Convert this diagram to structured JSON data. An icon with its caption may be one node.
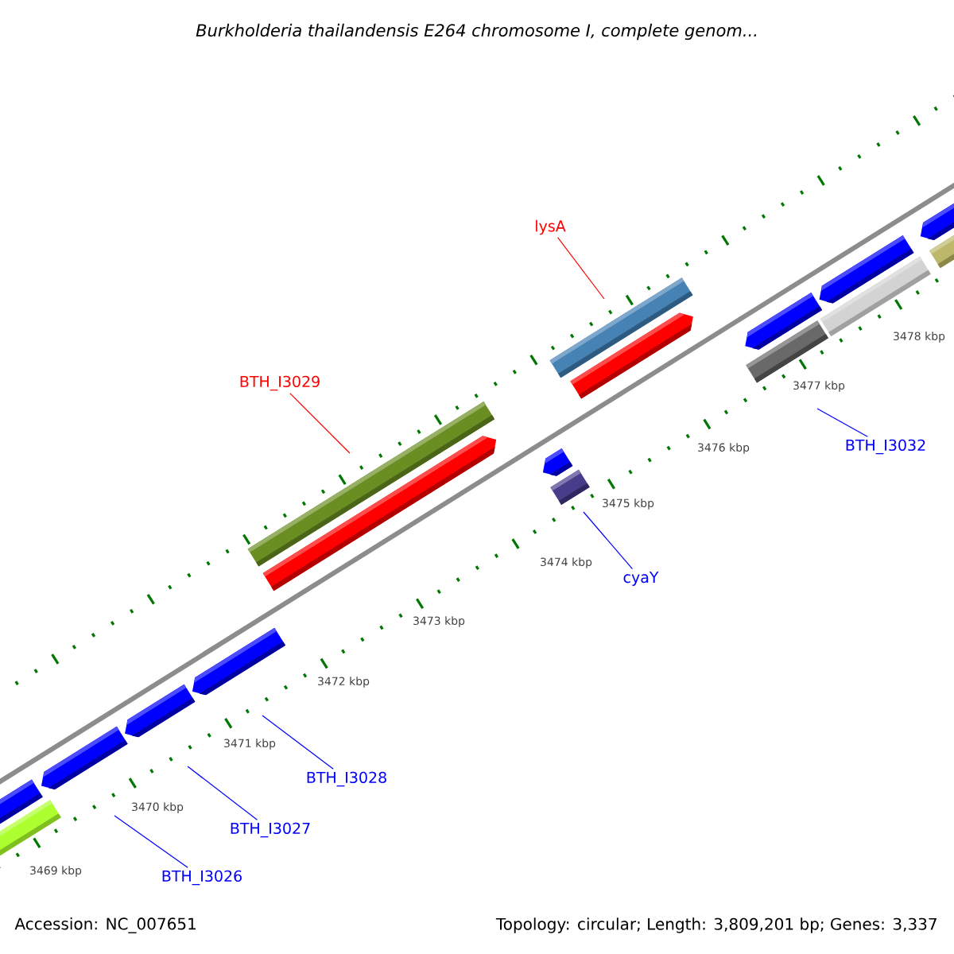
{
  "diagram": {
    "title": "Burkholderia thailandensis E264 chromosome I, complete genom...",
    "nodes": [
      {
        "text": [
          "lysA"
        ]
      },
      {
        "text": [
          "BTH_I3029"
        ]
      },
      {
        "text": [
          "BTH_I3032"
        ]
      },
      {
        "text": [
          "cyaY"
        ]
      },
      {
        "text": [
          "BTH_I3028"
        ]
      },
      {
        "text": [
          "BTH_I3027"
        ]
      },
      {
        "text": [
          "BTH_I3026"
        ]
      }
    ],
    "edges": [
      {
        "from": 0,
        "to": null,
        "arrow": "none",
        "color": "#ff0000"
      },
      {
        "from": 1,
        "to": null,
        "arrow": "none",
        "color": "#ff0000"
      },
      {
        "from": 2,
        "to": null,
        "arrow": "none"
      },
      {
        "from": 3,
        "to": null,
        "arrow": "none"
      },
      {
        "from": 4,
        "to": null,
        "arrow": "none"
      },
      {
        "from": 5,
        "to": null,
        "arrow": "none"
      },
      {
        "from": 6,
        "to": null,
        "arrow": "none"
      }
    ],
    "labels": [
      "3478 kbp",
      "3477 kbp",
      "3476 kbp",
      "3475 kbp",
      "3474 kbp",
      "3473 kbp",
      "3472 kbp",
      "3471 kbp",
      "3470 kbp",
      "3469 kbp",
      "Accession: NC_007651",
      "Topology: circular; Length: 3,809,201 bp; Genes: 3,337"
    ]
  }
}
